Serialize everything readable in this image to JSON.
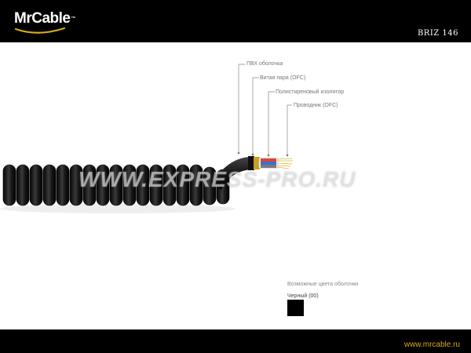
{
  "header": {
    "logo_text": "MrCable",
    "logo_tm": "™",
    "product_code": "BRIZ 146"
  },
  "cable_layers": [
    {
      "label": "ПВХ оболочка"
    },
    {
      "label": "Витая пара (OFC)"
    },
    {
      "label": "Полистиреновый изолятор"
    },
    {
      "label": "Проводник (OFC)"
    }
  ],
  "watermark": {
    "text": "WWW.EXPRESS-PRO.RU"
  },
  "colors": {
    "title": "Возможные цвета оболочки",
    "items": [
      {
        "name": "Черный (00)",
        "hex": "#000000"
      }
    ]
  },
  "footer": {
    "site": "www.mrcable.ru"
  },
  "theme": {
    "bar": "#000000",
    "accent": "#d7a91c"
  }
}
